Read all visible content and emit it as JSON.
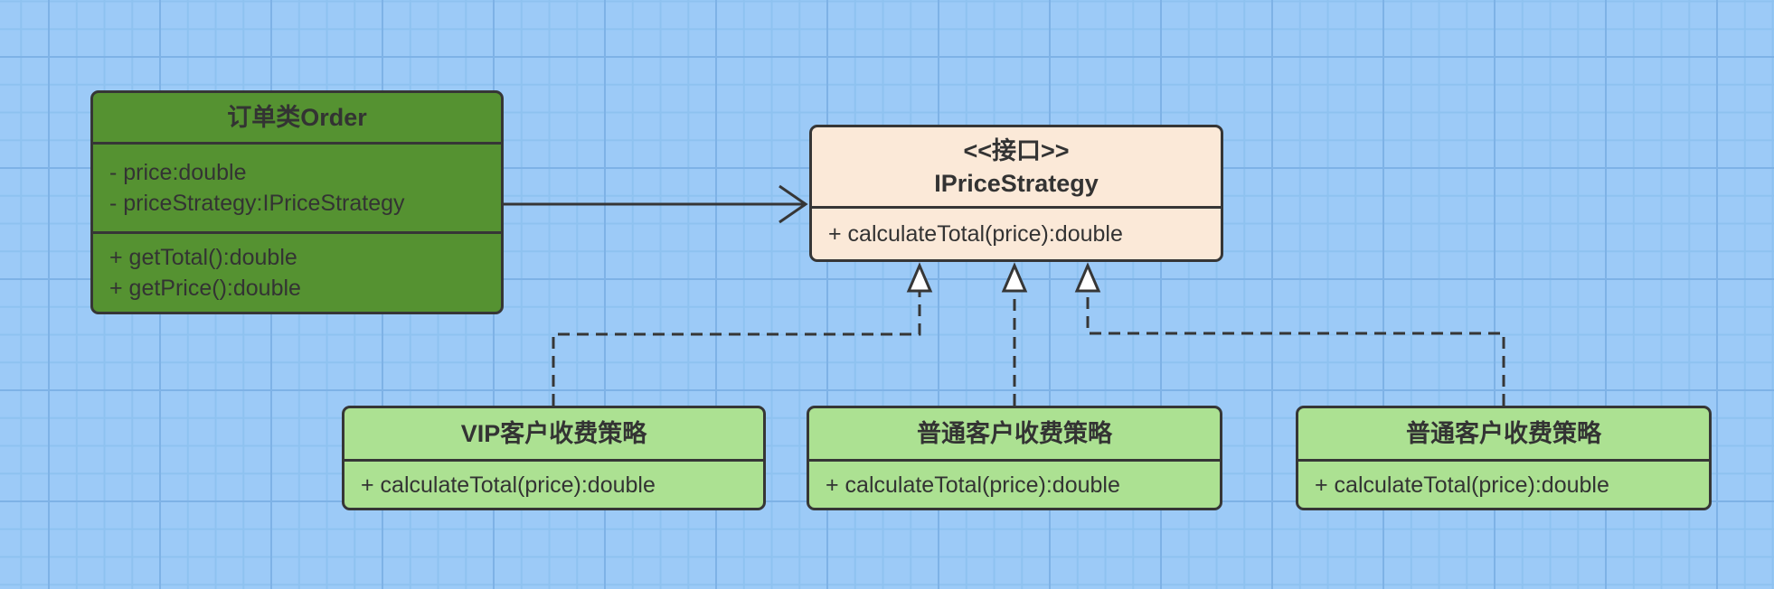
{
  "diagram": {
    "order_class": {
      "title": "订单类Order",
      "attributes": [
        "- price:double",
        "- priceStrategy:IPriceStrategy"
      ],
      "methods": [
        "+ getTotal():double",
        "+ getPrice():double"
      ]
    },
    "interface": {
      "stereotype": "<<接口>>",
      "name": "IPriceStrategy",
      "methods": [
        "+ calculateTotal(price):double"
      ]
    },
    "strategies": [
      {
        "title": "VIP客户收费策略",
        "methods": [
          "+ calculateTotal(price):double"
        ]
      },
      {
        "title": "普通客户收费策略",
        "methods": [
          "+ calculateTotal(price):double"
        ]
      },
      {
        "title": "普通客户收费策略",
        "methods": [
          "+ calculateTotal(price):double"
        ]
      }
    ]
  },
  "colors": {
    "canvas_bg": "#9ccaf7",
    "grid_minor": "#8ec2f0",
    "grid_major": "#7eb2e6",
    "stroke": "#363636",
    "text": "#333333",
    "order_fill": "#559231",
    "interface_fill": "#fbe9d8",
    "strategy_fill": "#ace192"
  }
}
